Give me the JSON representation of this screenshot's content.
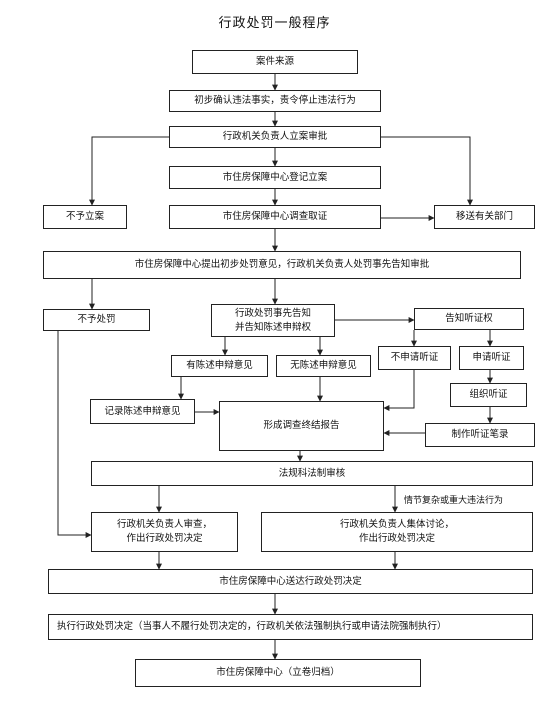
{
  "title": "行政处罚一般程序",
  "nodes": {
    "case_source": "案件来源",
    "preliminary": "初步确认违法事实，责令停止违法行为",
    "approve_case": "行政机关负责人立案审批",
    "register": "市住房保障中心登记立案",
    "no_case": "不予立案",
    "investigate": "市住房保障中心调查取证",
    "transfer": "移送有关部门",
    "prelim_opinion": "市住房保障中心提出初步处罚意见，行政机关负责人处罚事先告知审批",
    "no_penalty": "不予处罚",
    "notify_line1": "行政处罚事先告知",
    "notify_line2": "并告知陈述申辩权",
    "hearing_notice": "告知听证权",
    "has_statement": "有陈述申辩意见",
    "no_statement": "无陈述申辩意见",
    "no_hearing": "不申请听证",
    "apply_hearing": "申请听证",
    "record_statement": "记录陈述申辩意见",
    "organize_hearing": "组织听证",
    "final_report": "形成调查终结报告",
    "hearing_transcript": "制作听证笔录",
    "legal_review": "法规科法制审核",
    "complex_case": "情节复杂或重大违法行为",
    "head_review_line1": "行政机关负责人审查，",
    "head_review_line2": "作出行政处罚决定",
    "collective_line1": "行政机关负责人集体讨论，",
    "collective_line2": "作出行政处罚决定",
    "deliver": "市住房保障中心送达行政处罚决定",
    "execute": "执行行政处罚决定（当事人不履行处罚决定的，行政机关依法强制执行或申请法院强制执行）",
    "archive": "市住房保障中心（立卷归档）"
  }
}
